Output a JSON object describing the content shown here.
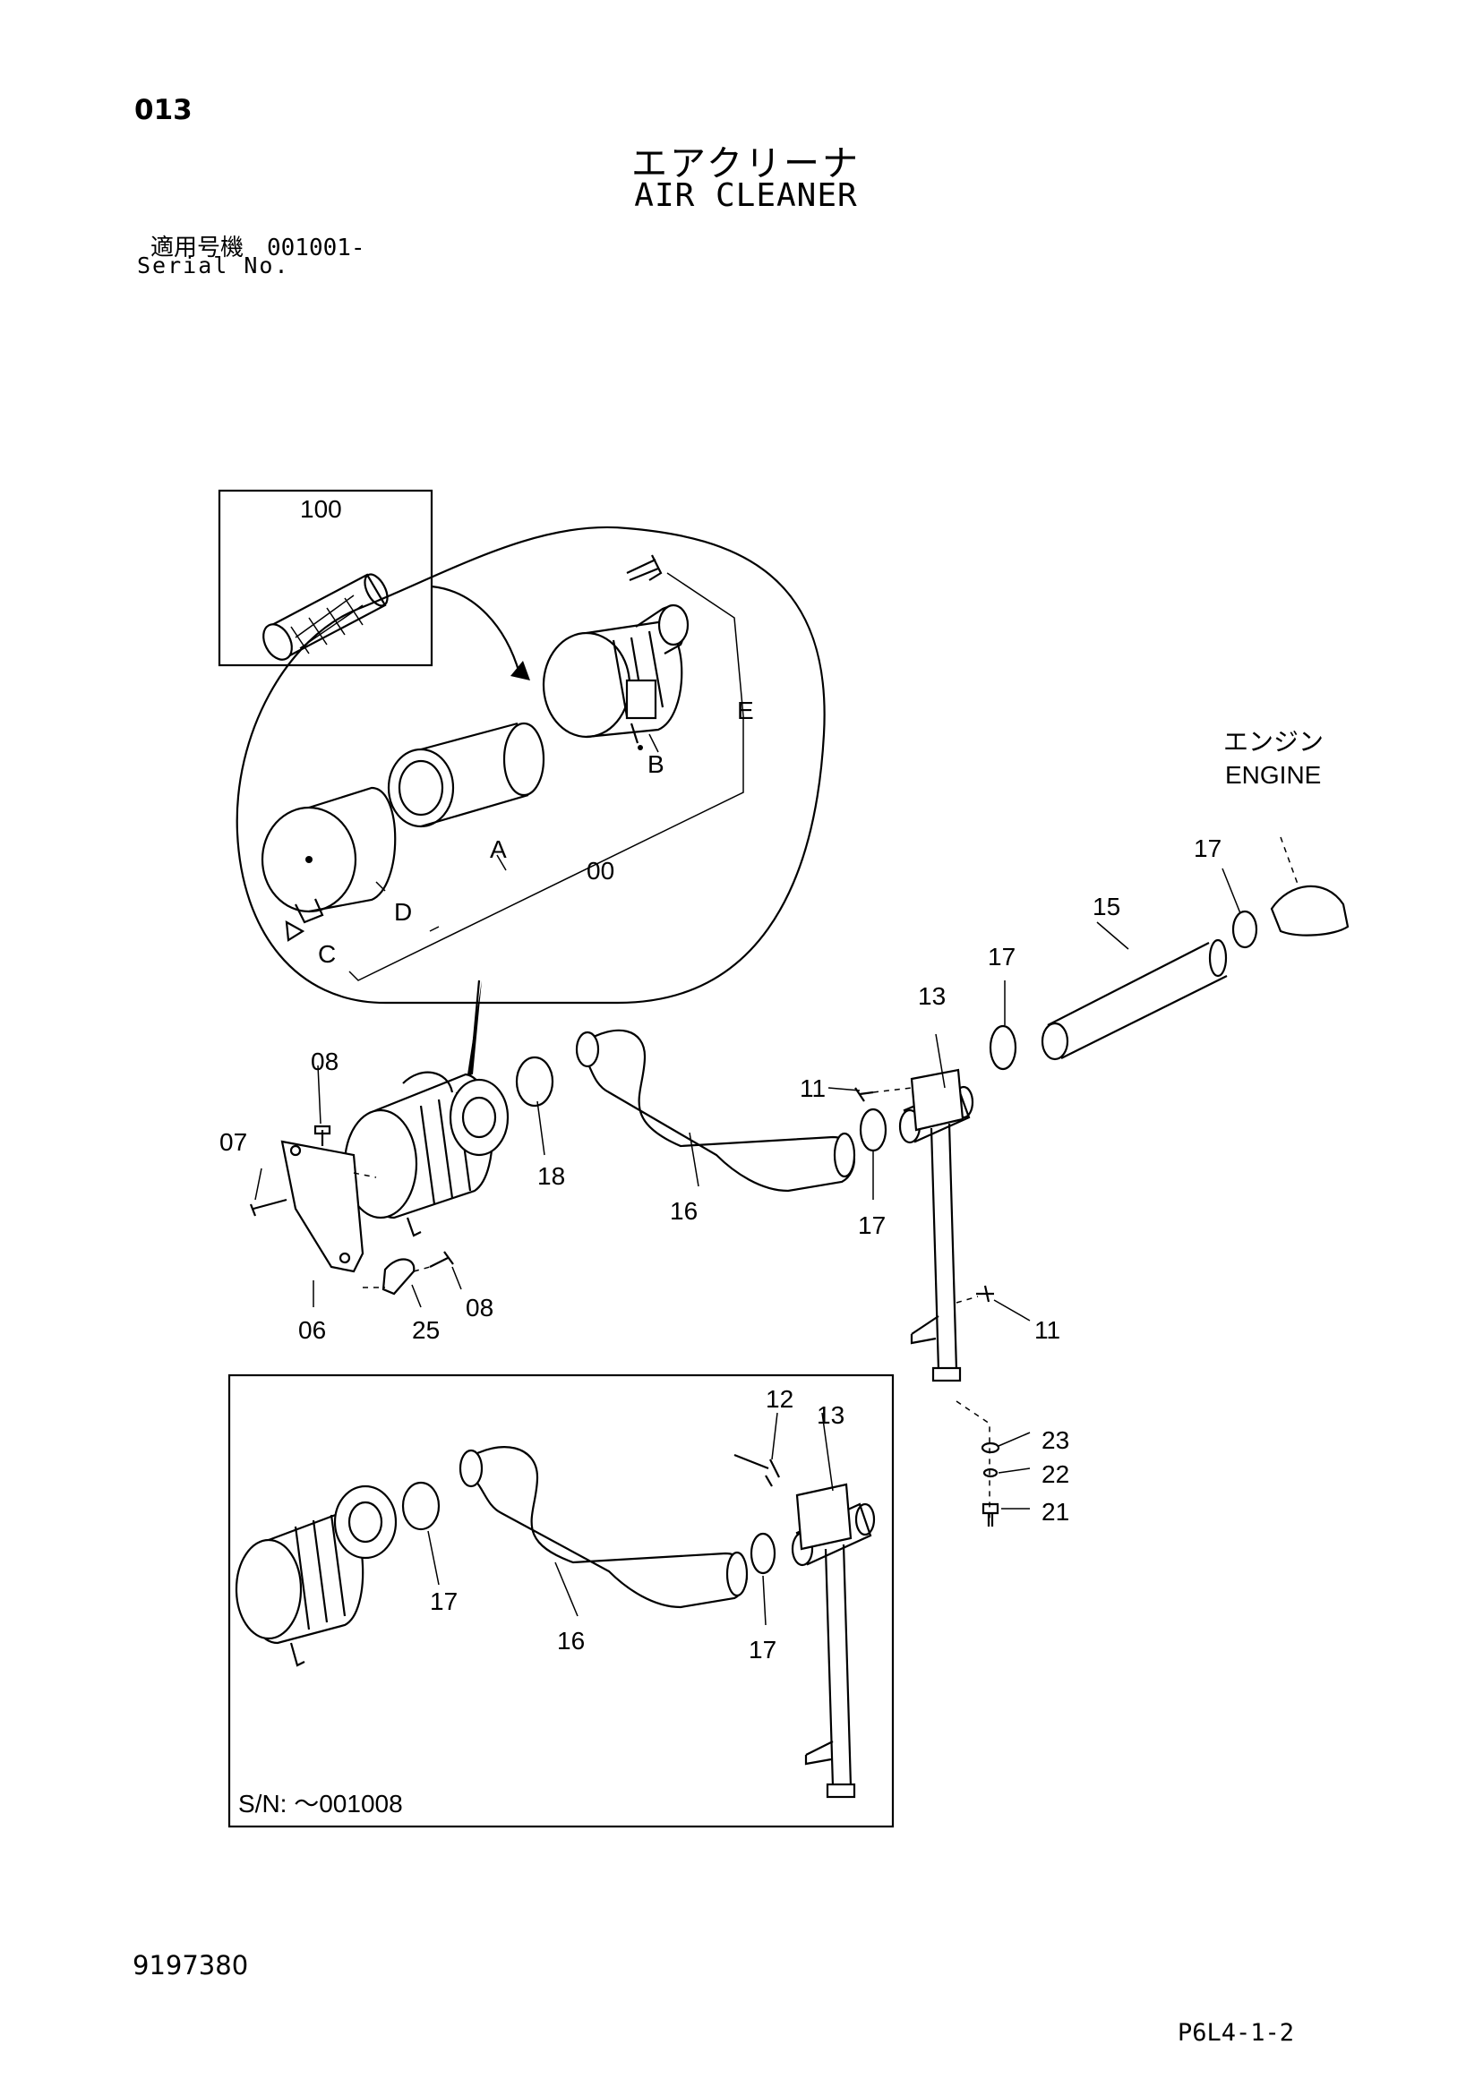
{
  "header": {
    "page_number": "013",
    "title_jp": "エアクリーナ",
    "title_en": "AIR CLEANER",
    "serial_jp": "適用号機　001001-",
    "serial_en": "Serial No."
  },
  "footer": {
    "document_number": "9197380",
    "page_code": "P6L4-1-2"
  },
  "callouts": {
    "p100": "100",
    "pE": "E",
    "pB": "B",
    "pA": "A",
    "p00": "00",
    "pD": "D",
    "pC": "C",
    "engine_jp": "エンジン",
    "engine_en": "ENGINE",
    "p17_engine": "17",
    "p15": "15",
    "p17_upper": "17",
    "p13": "13",
    "p11_upper": "11",
    "p17_hose_end": "17",
    "p16": "16",
    "p18": "18",
    "p08_top": "08",
    "p07": "07",
    "p06": "06",
    "p25": "25",
    "p08_bottom": "08",
    "p11_lower": "11",
    "p23": "23",
    "p22": "22",
    "p21": "21"
  },
  "inset": {
    "serial_range": "S/N: ～001008",
    "p12": "12",
    "p13": "13",
    "p17_left": "17",
    "p16": "16",
    "p17_right": "17"
  }
}
